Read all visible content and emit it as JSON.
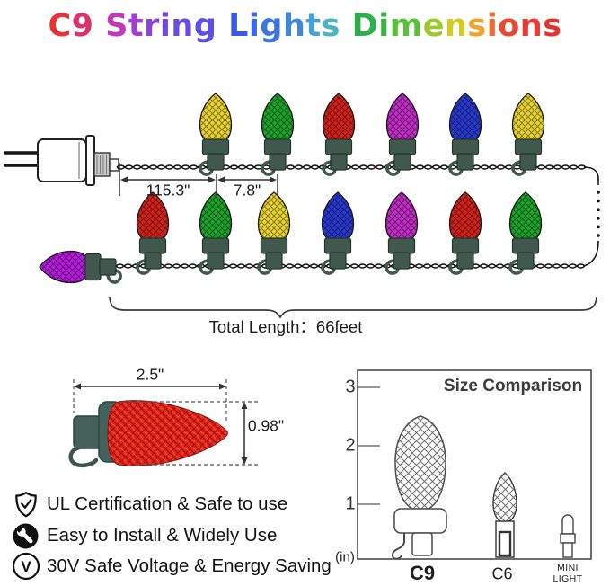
{
  "title": {
    "text": "C9 String Lights Dimensions",
    "letter_colors": [
      "#e63238",
      "#de3069",
      "#000000",
      "#c437b8",
      "#a33cd2",
      "#8b42dc",
      "#7347e2",
      "#6a4ae0",
      "#5e50e6",
      "#000000",
      "#3c58e8",
      "#3c66ea",
      "#3d74e4",
      "#3f86dc",
      "#45a2d2",
      "#4ab4c2",
      "#000000",
      "#2cb04a",
      "#36b545",
      "#5ac03a",
      "#9cc92c",
      "#d2cc20",
      "#eea428",
      "#ed6c2e",
      "#e84a31",
      "#e63a32",
      "#e5322f"
    ]
  },
  "string_diagram": {
    "dim_plug_to_first_bulb": "115.3\"",
    "dim_between_bulbs": "7.8\"",
    "total_length": "Total Length：66feet",
    "wire_color": "#161616",
    "socket_color": "#41584e",
    "socket_stroke": "#22352c",
    "top_row_bulb_colors": [
      "#e8d32f",
      "#1ca32b",
      "#d2201a",
      "#c32cc8",
      "#2839cf",
      "#e8d32f"
    ],
    "top_row_x": [
      240,
      309,
      377,
      448,
      518,
      588
    ],
    "bottom_row_bulb_colors": [
      "#d2201a",
      "#1ca32b",
      "#e8d32f",
      "#2839cf",
      "#c32cc8",
      "#d2201a",
      "#1ca32b"
    ],
    "bottom_row_x": [
      170,
      240,
      305,
      376,
      447,
      518,
      585
    ],
    "end_bulb_color": "#b51bdc"
  },
  "closeup": {
    "width_label": "2.5\"",
    "height_label": "0.98\"",
    "bulb_color": "#e6261b",
    "socket_color": "#44615a"
  },
  "size_comparison": {
    "panel_title": "Size Comparison",
    "axis_ticks": [
      "3",
      "2",
      "1"
    ],
    "axis_unit_label": "(in)",
    "items": [
      {
        "label": "C9",
        "height_in": 2.5
      },
      {
        "label": "C6",
        "height_in": 1.5
      },
      {
        "label": "MINI LIGHT",
        "height_in": 0.78
      }
    ]
  },
  "features": [
    {
      "icon": "shield-check-icon",
      "text": "UL Certification & Safe to use"
    },
    {
      "icon": "wrench-icon",
      "text": "Easy to Install & Widely Use"
    },
    {
      "icon": "voltage-icon",
      "icon_glyph": "V",
      "text": "30V Safe Voltage & Energy Saving"
    }
  ]
}
